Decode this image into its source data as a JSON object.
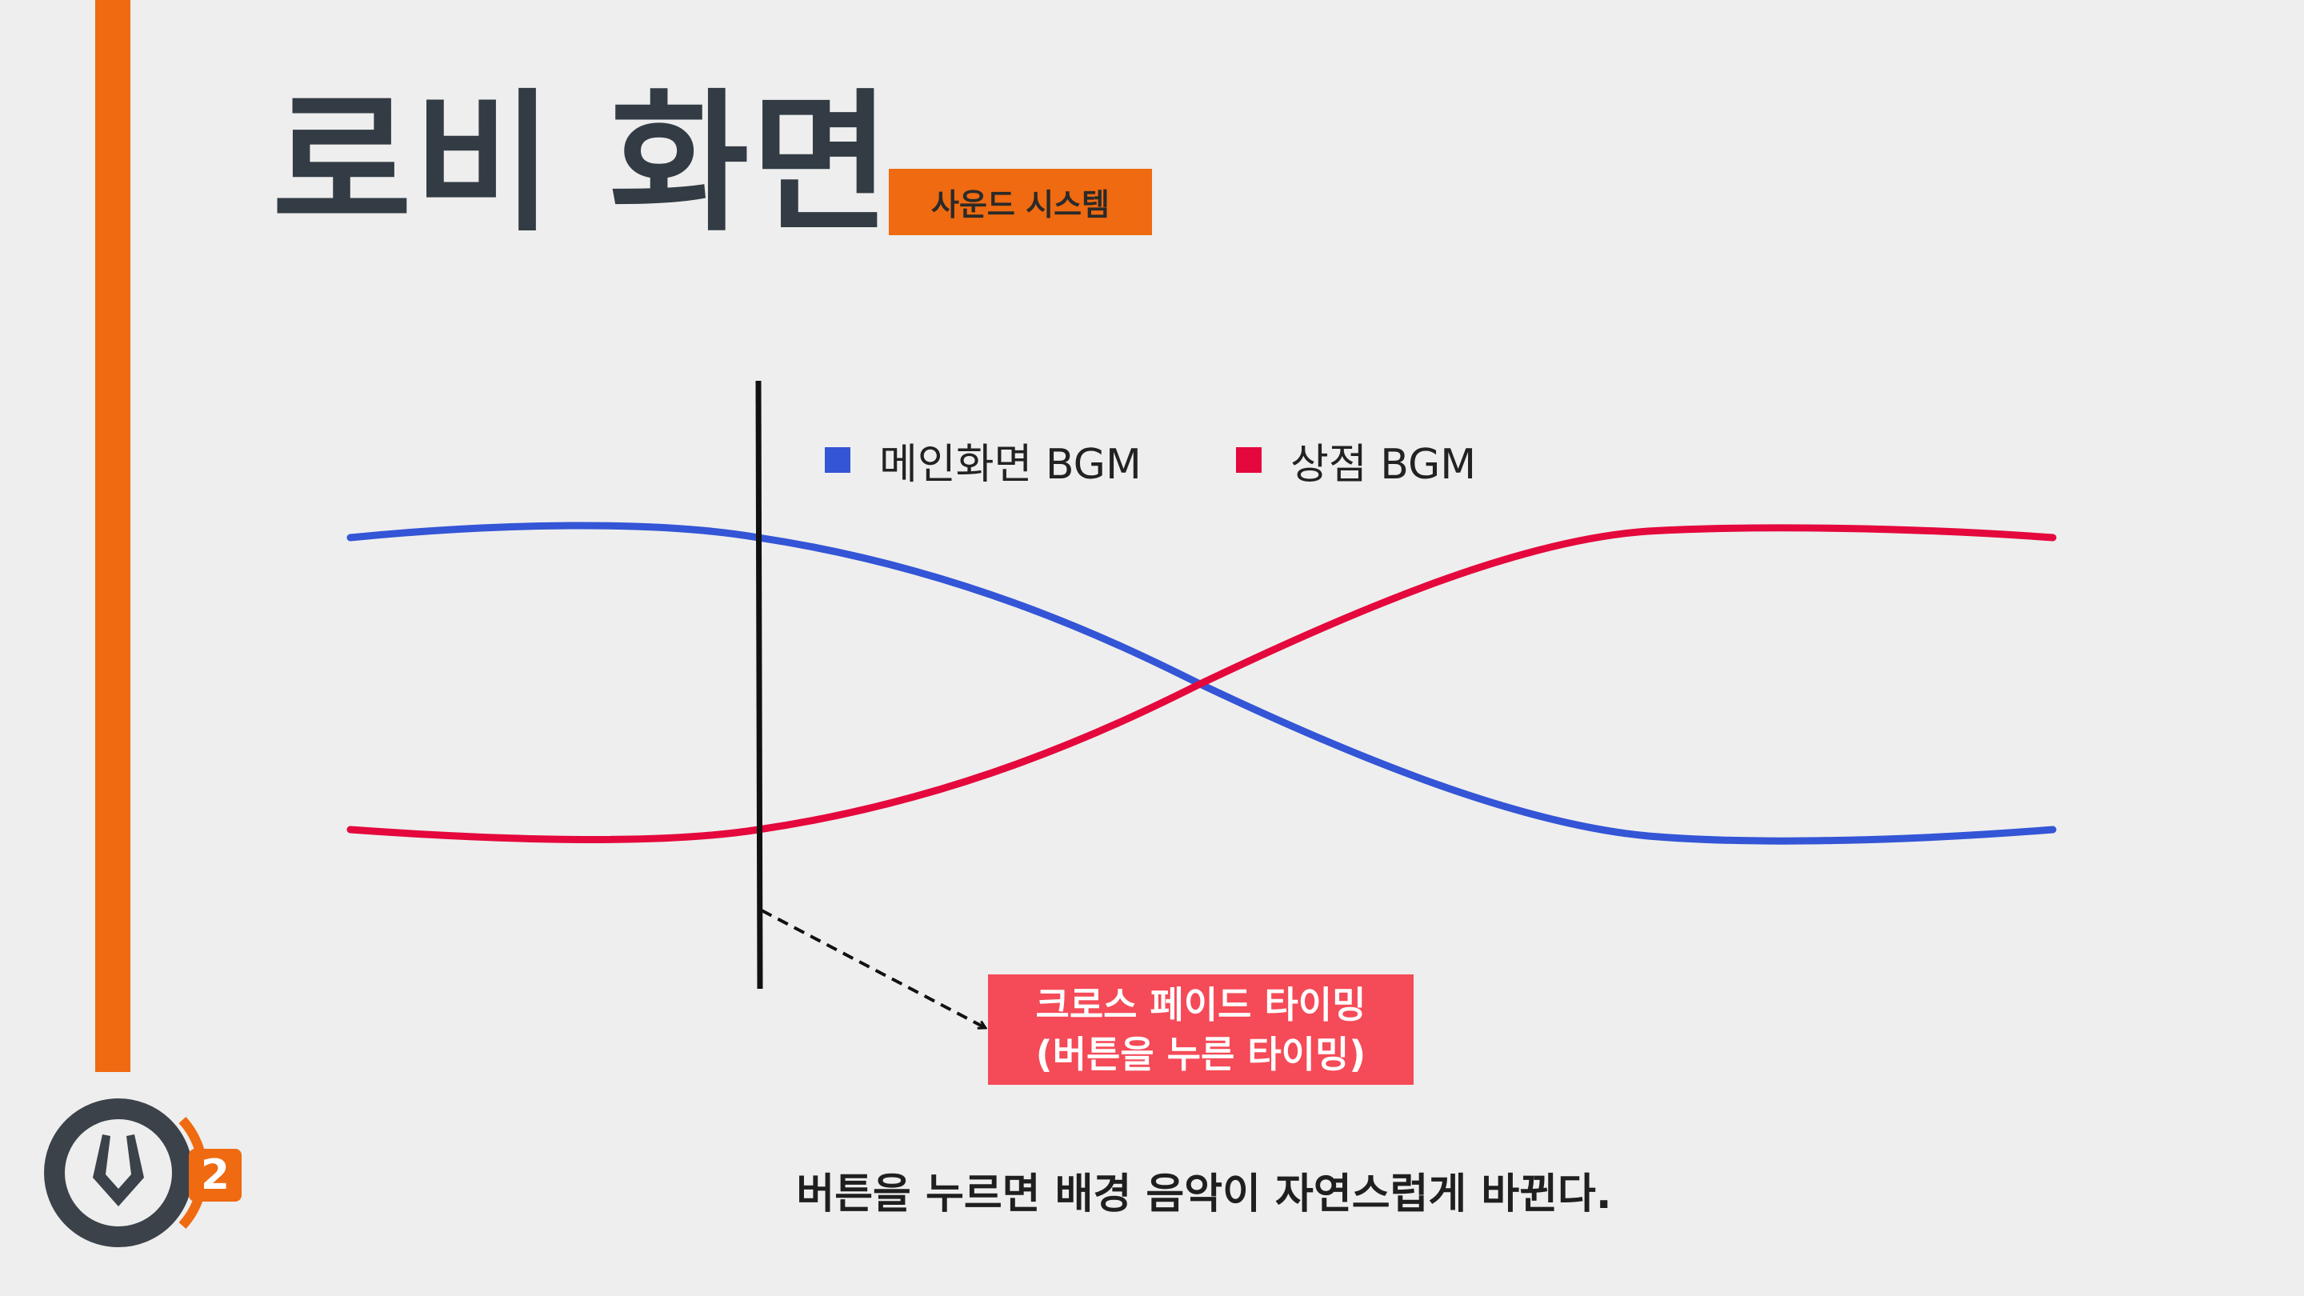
{
  "slide": {
    "title": "로비 화면",
    "badge": "사운드 시스템",
    "caption": "버튼을 누르면 배경 음악이 자연스럽게 바뀐다."
  },
  "legend": [
    {
      "label": "메인화면 BGM",
      "color": "#3355d6"
    },
    {
      "label": "상점 BGM",
      "color": "#e4083c"
    }
  ],
  "callout": {
    "line1": "크로스 페이드 타이밍",
    "line2": "(버튼을 누른 타이밍)"
  },
  "logo": {
    "badge_text": "2",
    "icon": "overwatch-2-logo-icon"
  },
  "colors": {
    "accent": "#ef6a10",
    "title_text": "#333c44",
    "main_bgm": "#3355d6",
    "shop_bgm": "#e4083c",
    "callout_bg": "#f54a57",
    "background": "#eeeeee"
  }
}
